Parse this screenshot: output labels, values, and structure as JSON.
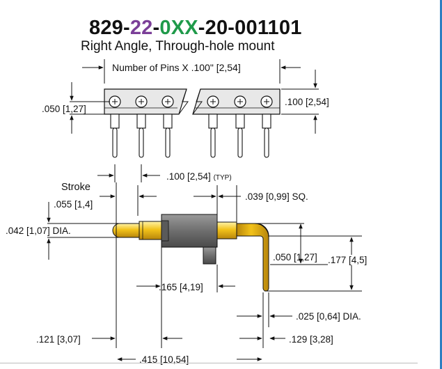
{
  "title": {
    "parts": [
      {
        "text": "829-",
        "color": "#111111"
      },
      {
        "text": "22",
        "color": "#7b3f98"
      },
      {
        "text": "-",
        "color": "#111111"
      },
      {
        "text": "0XX",
        "color": "#1f9a4a"
      },
      {
        "text": "-20-001101",
        "color": "#111111"
      }
    ]
  },
  "subtitle": "Right Angle, Through-hole mount",
  "dims": {
    "num_pins": "Number of Pins X .100\" [2,54]",
    "h050": ".050 [1,27]",
    "h100": ".100 [2,54]",
    "pitch": ".100 [2,54]",
    "typ": "(TYP)",
    "stroke": "Stroke",
    "stroke_val": ".055 [1,4]",
    "sq": ".039 [0,99] SQ.",
    "dia042": ".042 [1,07] DIA.",
    "v050": ".050 [1,27]",
    "v177": ".177 [4,5]",
    "d165": ".165 [4,19]",
    "dia025": ".025 [0,64] DIA.",
    "d121": ".121 [3,07]",
    "d129": ".129 [3,28]",
    "d415": ".415 [10,54]"
  },
  "colors": {
    "pin_gold": "#f2c21a",
    "pin_gold_dark": "#b8860b",
    "body_gray": "#7d7d7d",
    "body_dark": "#4d4d4d",
    "accent_border": "#2b7ec1"
  }
}
